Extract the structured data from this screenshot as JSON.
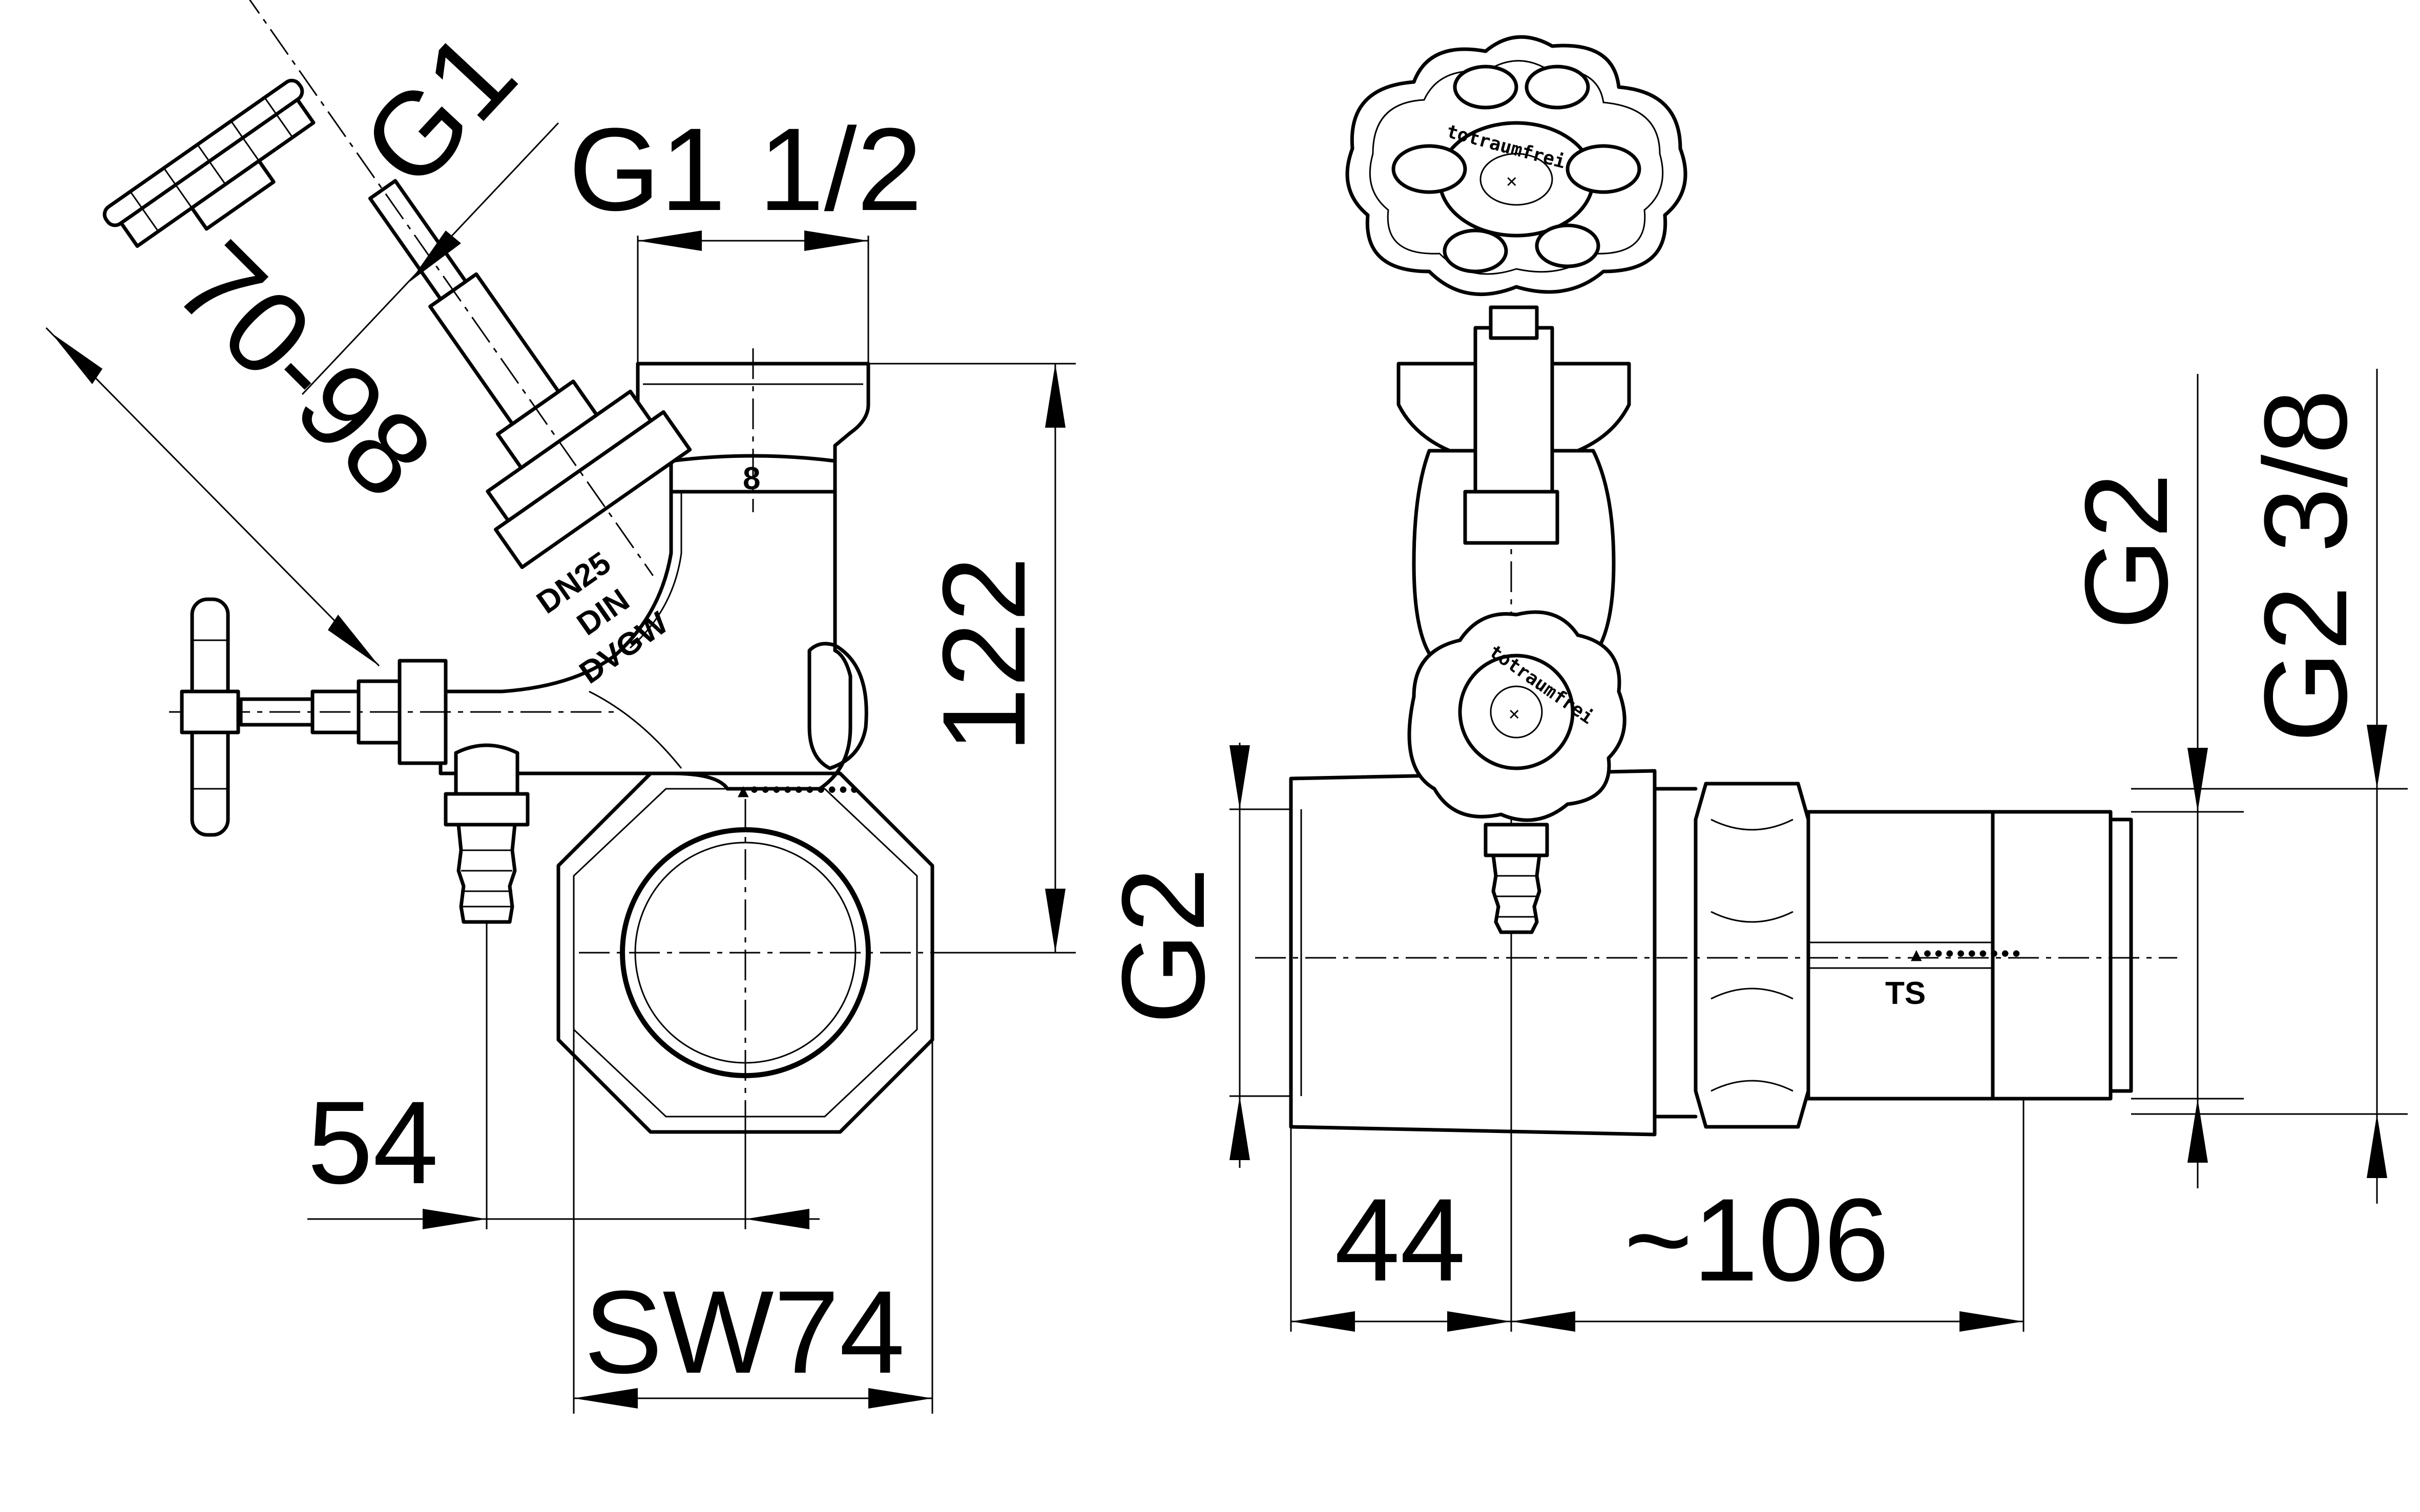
{
  "dimensions": {
    "g1": "G1",
    "g1_half": "G1 1/2",
    "d70_98": "70-98",
    "d122": "122",
    "d54": "54",
    "sw74": "SW74",
    "g2_left": "G2",
    "d44": "44",
    "d106": "~106",
    "g2_right": "G2",
    "g2_3_8": "G2 3/8"
  },
  "body_marking": {
    "line1": "DN25",
    "line2": "DIN",
    "line3": "DVGW"
  },
  "handwheel_brand": "totraumfrei",
  "logo": "TS"
}
